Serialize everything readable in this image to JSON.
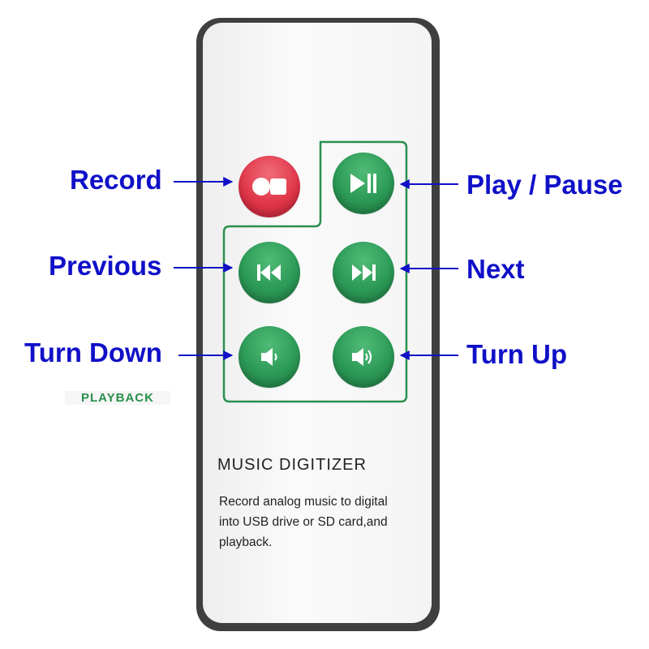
{
  "labels": {
    "record": "Record",
    "play_pause": "Play / Pause",
    "previous": "Previous",
    "next": "Next",
    "turn_down": "Turn Down",
    "turn_up": "Turn Up"
  },
  "remote": {
    "playback_label": "PLAYBACK",
    "title": "MUSIC  DIGITIZER",
    "description_lines": [
      "Record analog  music to digital",
      "into USB drive or SD card,and",
      "playback."
    ],
    "buttons": {
      "record": "record-icon",
      "play_pause": "play-pause-icon",
      "previous": "previous-icon",
      "next": "next-icon",
      "turn_down": "volume-down-icon",
      "turn_up": "volume-up-icon"
    }
  },
  "colors": {
    "label": "#1010c8",
    "button_green": "#2c9a57",
    "button_red": "#e0374a",
    "panel_outline": "#2a8f4d",
    "remote_body": "#3f3f3f"
  }
}
